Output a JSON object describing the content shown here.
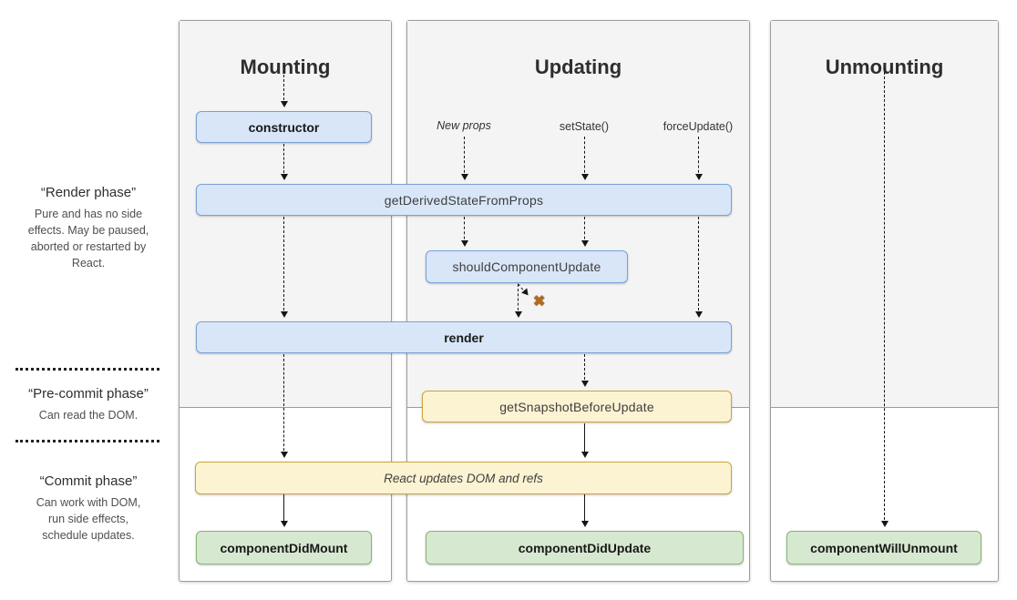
{
  "phases": {
    "render": {
      "title": "“Render phase”",
      "description": "Pure and has no side\neffects. May be paused,\naborted or restarted by\nReact."
    },
    "pre_commit": {
      "title": "“Pre-commit phase”",
      "description": "Can read the DOM."
    },
    "commit": {
      "title": "“Commit phase”",
      "description": "Can work with DOM,\nrun side effects,\nschedule updates."
    }
  },
  "columns": {
    "mounting": {
      "title": "Mounting"
    },
    "updating": {
      "title": "Updating"
    },
    "unmounting": {
      "title": "Unmounting"
    }
  },
  "triggers": {
    "new_props": "New props",
    "set_state": "setState()",
    "force_update": "forceUpdate()"
  },
  "methods": {
    "constructor_label": "constructor",
    "get_derived_state_from_props": "getDerivedStateFromProps",
    "should_component_update": "shouldComponentUpdate",
    "render_label": "render",
    "get_snapshot_before_update": "getSnapshotBeforeUpdate",
    "react_updates_dom": "React updates DOM and refs",
    "component_did_mount": "componentDidMount",
    "component_did_update": "componentDidUpdate",
    "component_will_unmount": "componentWillUnmount"
  },
  "icons": {
    "abort_x": "✖"
  },
  "colors": {
    "column_bg": "#f4f4f4",
    "column_border": "#9c9c9c",
    "blue_fill": "#d8e6f8",
    "blue_border": "#7ba0d6",
    "yellow_fill": "#fcf3d2",
    "yellow_border": "#d0a43c",
    "green_fill": "#d7e8d1",
    "green_border": "#83b671",
    "x_color": "#b06b1f",
    "arrow_color": "#151515"
  }
}
